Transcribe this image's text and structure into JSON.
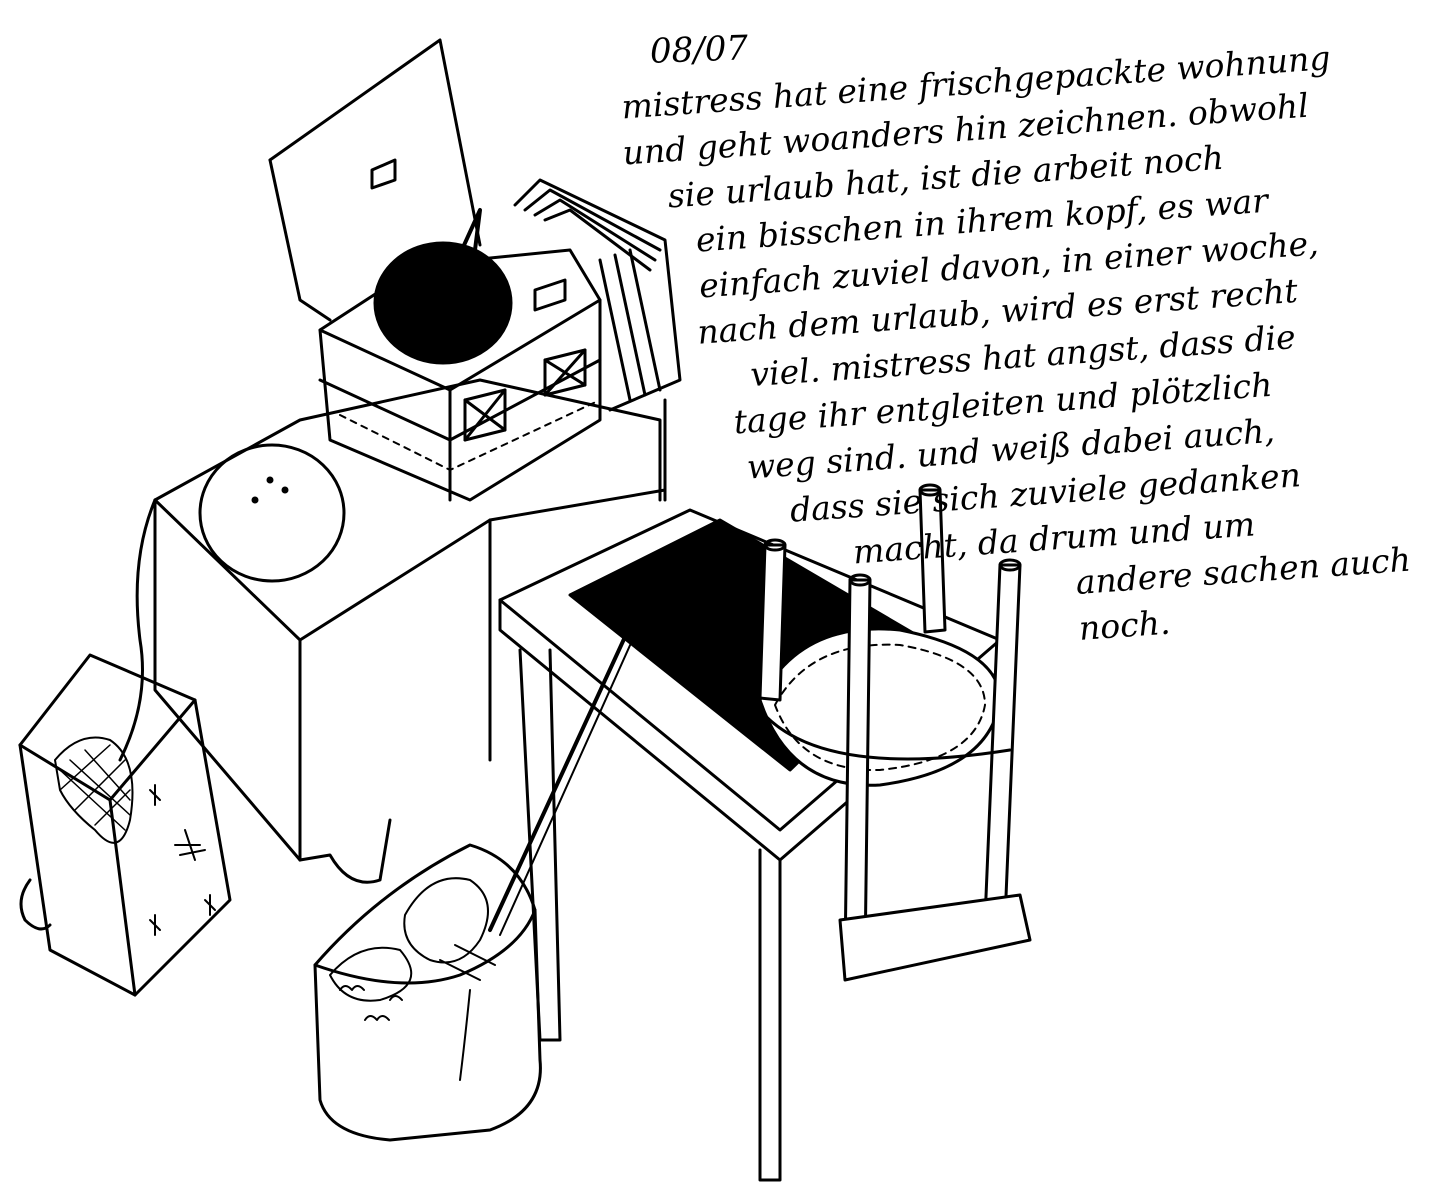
{
  "sketch": {
    "date": "08/07",
    "lines": [
      "mistress hat eine frischgepackte wohnung",
      "und geht woanders hin zeichnen. obwohl",
      "sie urlaub hat, ist die arbeit noch",
      "ein bisschen in ihrem kopf, es war",
      "einfach zuviel davon, in einer woche,",
      "nach dem urlaub, wird es erst recht",
      "viel. mistress hat angst, dass die",
      "tage ihr entgleiten und plötzlich",
      "weg sind. und weiß dabei auch,",
      "dass sie sich zuviele gedanken",
      "macht, da drum und um",
      "andere sachen auch",
      "noch."
    ],
    "ink_color": "#000000",
    "paper_color": "#ffffff"
  }
}
